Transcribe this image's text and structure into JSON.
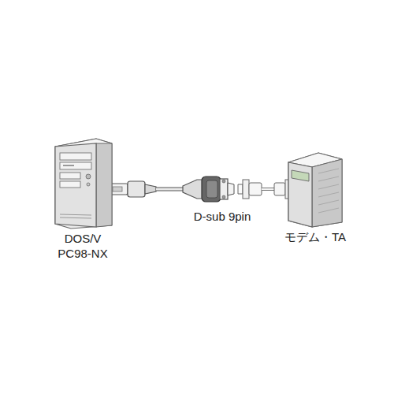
{
  "diagram": {
    "nodes": [
      {
        "text": [
          "DOS/V PC98-NX"
        ]
      },
      {
        "text": [
          "モデム・TA"
        ]
      }
    ],
    "labels": [
      "D-sub 9pin"
    ]
  }
}
